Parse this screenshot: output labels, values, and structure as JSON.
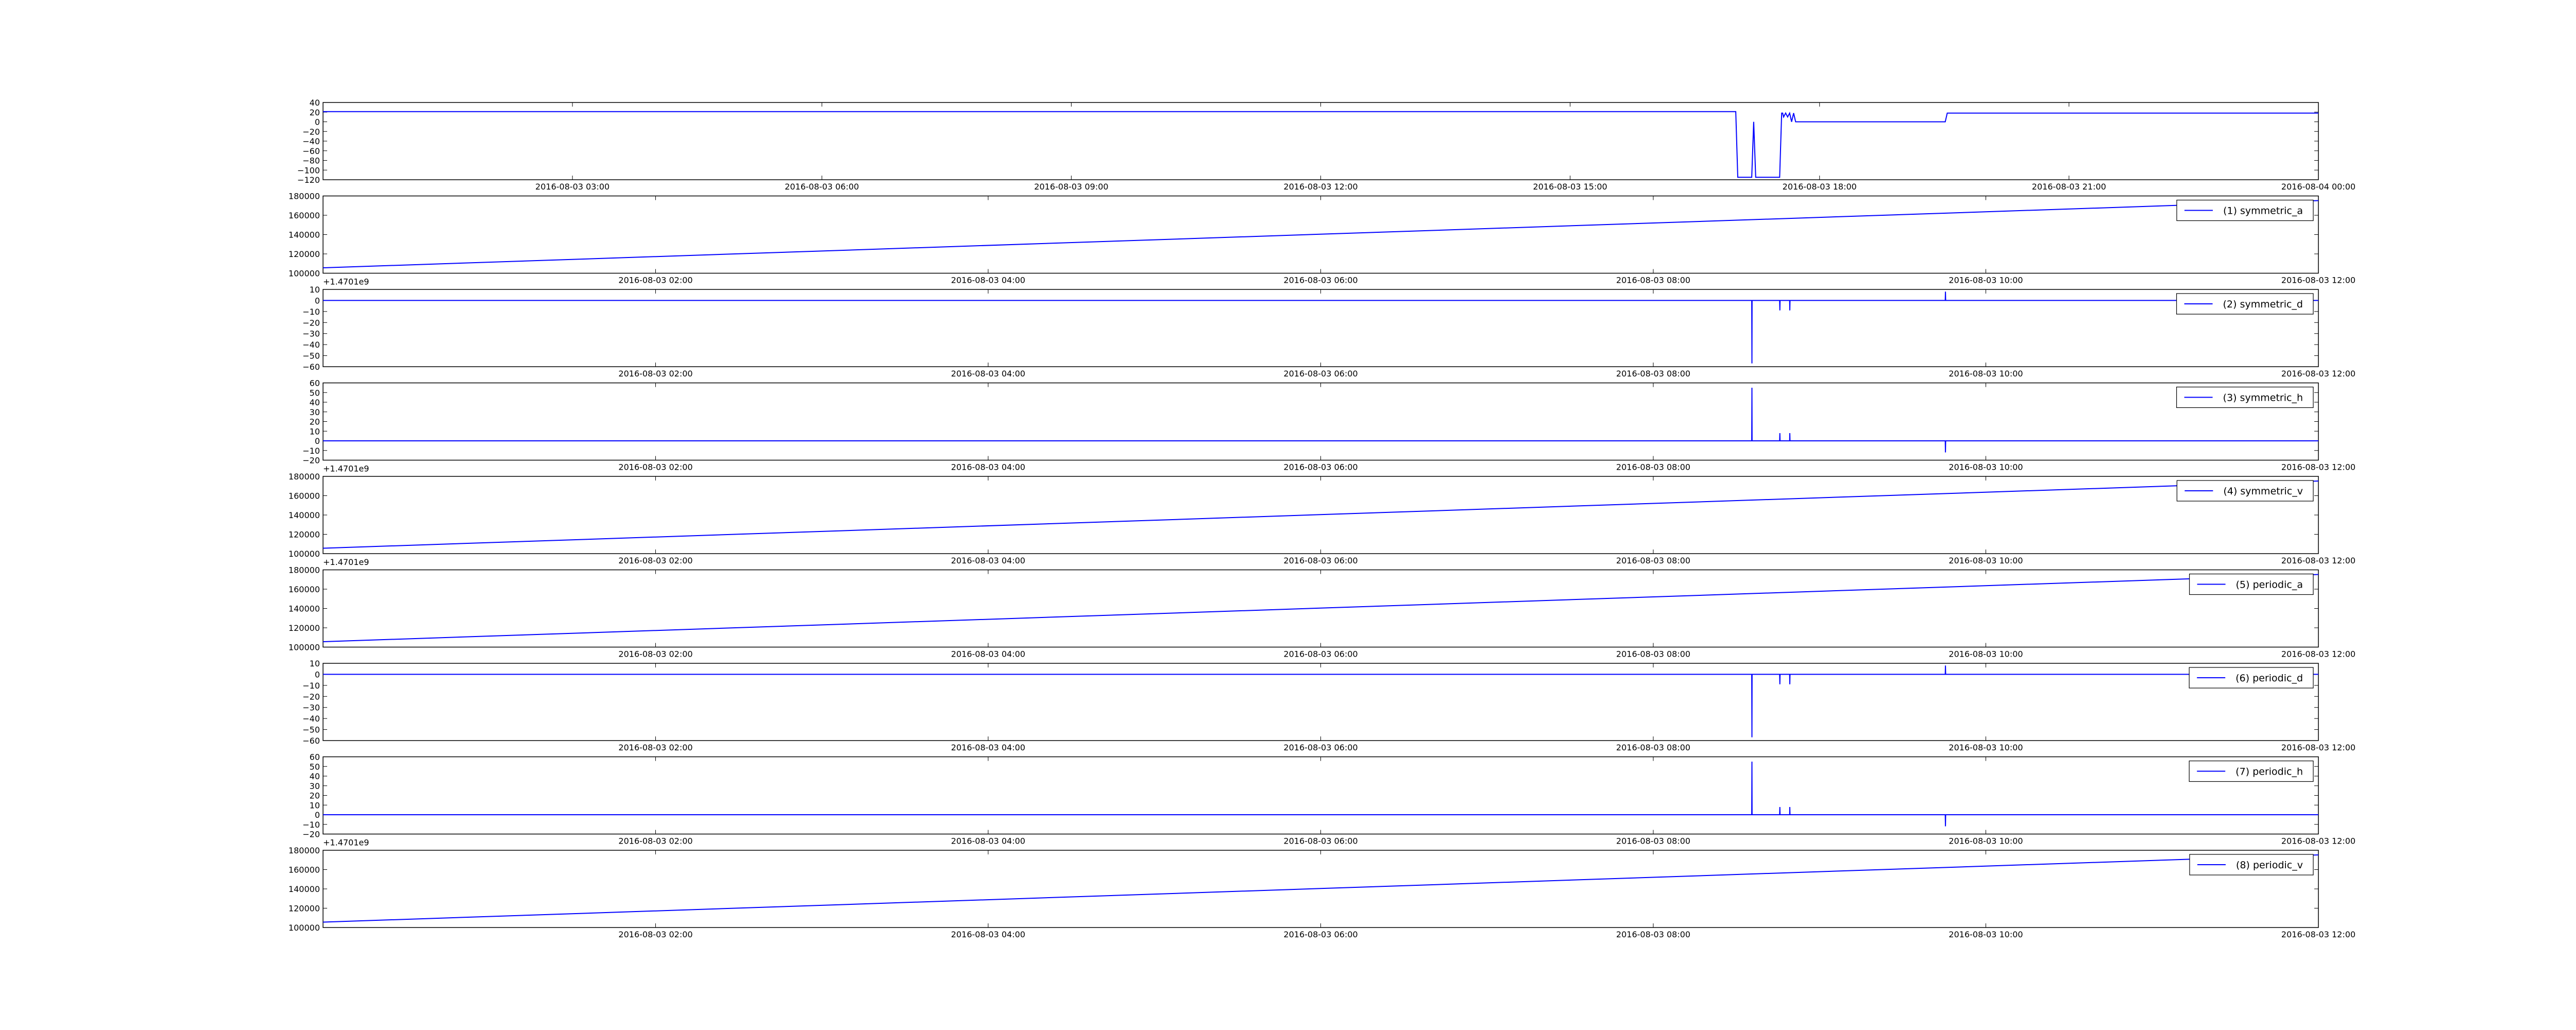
{
  "colors": {
    "line": "#0000ff",
    "axes": "#000000",
    "background": "#ffffff"
  },
  "chart_data": [
    {
      "type": "line",
      "ylim": [
        -120,
        40
      ],
      "yticks": [
        "40",
        "20",
        "0",
        "−20",
        "−40",
        "−60",
        "−80",
        "−100",
        "−120"
      ],
      "xticks": [
        "2016-08-03 03:00",
        "2016-08-03 06:00",
        "2016-08-03 09:00",
        "2016-08-03 12:00",
        "2016-08-03 15:00",
        "2016-08-03 18:00",
        "2016-08-03 21:00",
        "2016-08-04 00:00"
      ],
      "offset_label": "",
      "legend": "",
      "x": [
        0,
        0.708,
        0.709,
        0.716,
        0.717,
        0.718,
        0.7185,
        0.719,
        0.73,
        0.731,
        0.7315,
        0.732,
        0.733,
        0.734,
        0.735,
        0.736,
        0.737,
        0.738,
        0.739,
        0.813,
        0.814,
        1
      ],
      "y": [
        21,
        21,
        -115,
        -115,
        0,
        -115,
        -115,
        -115,
        -115,
        18,
        18,
        10,
        18,
        10,
        18,
        0,
        18,
        0,
        0,
        0,
        18,
        18
      ]
    },
    {
      "type": "line",
      "ylim": [
        90000,
        190000
      ],
      "yticks": [
        "180000",
        "160000",
        "140000",
        "120000",
        "100000"
      ],
      "xticks": [
        "2016-08-03 02:00",
        "2016-08-03 04:00",
        "2016-08-03 06:00",
        "2016-08-03 08:00",
        "2016-08-03 10:00",
        "2016-08-03 12:00"
      ],
      "offset_label": "+1.4701e9",
      "legend": "(1) symmetric_a",
      "x": [
        0,
        1
      ],
      "y": [
        97000,
        184000
      ]
    },
    {
      "type": "line",
      "ylim": [
        -60,
        10
      ],
      "yticks": [
        "10",
        "0",
        "−10",
        "−20",
        "−30",
        "−40",
        "−50",
        "−60"
      ],
      "xticks": [
        "2016-08-03 02:00",
        "2016-08-03 04:00",
        "2016-08-03 06:00",
        "2016-08-03 08:00",
        "2016-08-03 10:00",
        "2016-08-03 12:00"
      ],
      "offset_label": "",
      "legend": "(2) symmetric_d",
      "x": [
        0,
        0.716,
        0.7161,
        0.7162,
        0.73,
        0.7301,
        0.7302,
        0.735,
        0.7351,
        0.7352,
        0.813,
        0.8131,
        0.8132,
        1
      ],
      "y": [
        0,
        0,
        -57,
        0,
        0,
        -9,
        0,
        0,
        -9,
        0,
        0,
        8,
        0,
        0
      ]
    },
    {
      "type": "line",
      "ylim": [
        -20,
        60
      ],
      "yticks": [
        "60",
        "50",
        "40",
        "30",
        "20",
        "10",
        "0",
        "−10",
        "−20"
      ],
      "xticks": [
        "2016-08-03 02:00",
        "2016-08-03 04:00",
        "2016-08-03 06:00",
        "2016-08-03 08:00",
        "2016-08-03 10:00",
        "2016-08-03 12:00"
      ],
      "offset_label": "+1.4701e9",
      "legend": "(3) symmetric_h",
      "x": [
        0,
        0.716,
        0.7161,
        0.7162,
        0.73,
        0.7301,
        0.7302,
        0.735,
        0.7351,
        0.7352,
        0.813,
        0.8131,
        0.8132,
        1
      ],
      "y": [
        0,
        0,
        55,
        0,
        0,
        8,
        0,
        0,
        8,
        0,
        0,
        -12,
        0,
        0
      ]
    },
    {
      "type": "line",
      "ylim": [
        90000,
        190000
      ],
      "yticks": [
        "180000",
        "160000",
        "140000",
        "120000",
        "100000"
      ],
      "xticks": [
        "2016-08-03 02:00",
        "2016-08-03 04:00",
        "2016-08-03 06:00",
        "2016-08-03 08:00",
        "2016-08-03 10:00",
        "2016-08-03 12:00"
      ],
      "offset_label": "+1.4701e9",
      "legend": "(4) symmetric_v",
      "x": [
        0,
        1
      ],
      "y": [
        97000,
        184000
      ]
    },
    {
      "type": "line",
      "ylim": [
        90000,
        190000
      ],
      "yticks": [
        "180000",
        "160000",
        "140000",
        "120000",
        "100000"
      ],
      "xticks": [
        "2016-08-03 02:00",
        "2016-08-03 04:00",
        "2016-08-03 06:00",
        "2016-08-03 08:00",
        "2016-08-03 10:00",
        "2016-08-03 12:00"
      ],
      "offset_label": "",
      "legend": "(5) periodic_a",
      "x": [
        0,
        1
      ],
      "y": [
        97000,
        184000
      ]
    },
    {
      "type": "line",
      "ylim": [
        -60,
        10
      ],
      "yticks": [
        "10",
        "0",
        "−10",
        "−20",
        "−30",
        "−40",
        "−50",
        "−60"
      ],
      "xticks": [
        "2016-08-03 02:00",
        "2016-08-03 04:00",
        "2016-08-03 06:00",
        "2016-08-03 08:00",
        "2016-08-03 10:00",
        "2016-08-03 12:00"
      ],
      "offset_label": "",
      "legend": "(6) periodic_d",
      "x": [
        0,
        0.716,
        0.7161,
        0.7162,
        0.73,
        0.7301,
        0.7302,
        0.735,
        0.7351,
        0.7352,
        0.813,
        0.8131,
        0.8132,
        1
      ],
      "y": [
        0,
        0,
        -57,
        0,
        0,
        -9,
        0,
        0,
        -9,
        0,
        0,
        8,
        0,
        0
      ]
    },
    {
      "type": "line",
      "ylim": [
        -20,
        60
      ],
      "yticks": [
        "60",
        "50",
        "40",
        "30",
        "20",
        "10",
        "0",
        "−10",
        "−20"
      ],
      "xticks": [
        "2016-08-03 02:00",
        "2016-08-03 04:00",
        "2016-08-03 06:00",
        "2016-08-03 08:00",
        "2016-08-03 10:00",
        "2016-08-03 12:00"
      ],
      "offset_label": "+1.4701e9",
      "legend": "(7) periodic_h",
      "x": [
        0,
        0.716,
        0.7161,
        0.7162,
        0.73,
        0.7301,
        0.7302,
        0.735,
        0.7351,
        0.7352,
        0.813,
        0.8131,
        0.8132,
        1
      ],
      "y": [
        0,
        0,
        55,
        0,
        0,
        8,
        0,
        0,
        8,
        0,
        0,
        -12,
        0,
        0
      ]
    },
    {
      "type": "line",
      "ylim": [
        90000,
        190000
      ],
      "yticks": [
        "180000",
        "160000",
        "140000",
        "120000",
        "100000"
      ],
      "xticks": [
        "2016-08-03 02:00",
        "2016-08-03 04:00",
        "2016-08-03 06:00",
        "2016-08-03 08:00",
        "2016-08-03 10:00",
        "2016-08-03 12:00"
      ],
      "offset_label": "",
      "legend": "(8) periodic_v",
      "x": [
        0,
        1
      ],
      "y": [
        97000,
        184000
      ]
    }
  ]
}
